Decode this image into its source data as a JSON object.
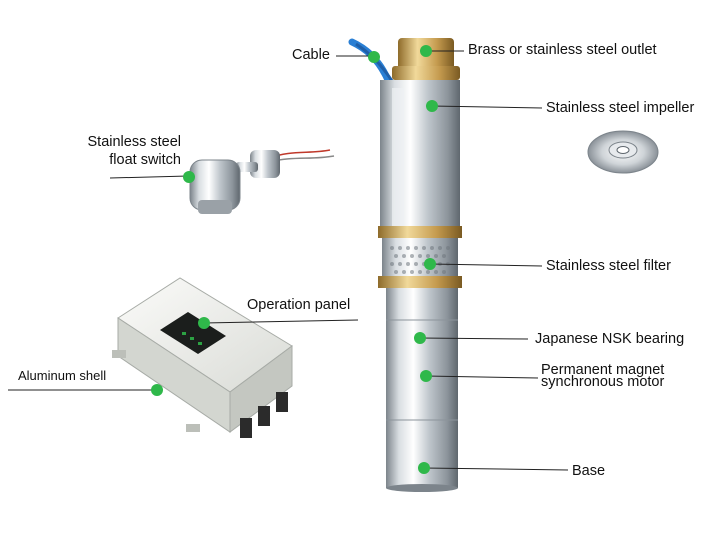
{
  "labels": {
    "cable": "Cable",
    "outlet": "Brass or stainless steel outlet",
    "impeller": "Stainless steel impeller",
    "float_switch_1": "Stainless steel",
    "float_switch_2": "float switch",
    "filter": "Stainless steel filter",
    "operation_panel": "Operation panel",
    "bearing": "Japanese NSK bearing",
    "motor_1": "Permanent magnet",
    "motor_2": "synchronous motor",
    "aluminum_shell": "Aluminum shell",
    "base": "Base"
  },
  "colors": {
    "marker": "#2fb84a",
    "steel_light": "#eef1f3",
    "steel_mid": "#b9c0c6",
    "steel_dark": "#6f777e",
    "brass": "#c9a45a",
    "cable": "#2a7fd4",
    "panel": "#f0f1ee"
  }
}
